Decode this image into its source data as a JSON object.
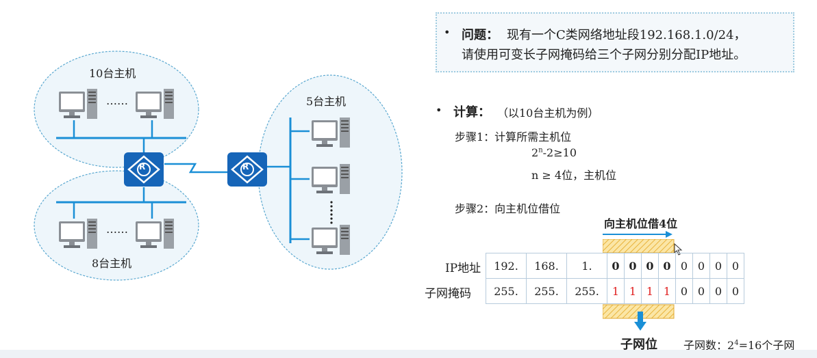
{
  "problem": {
    "bullet": "•",
    "label": "问题：",
    "line1": "现有一个C类网络地址段192.168.1.0/24，",
    "line2": "请使用可变长子网掩码给三个子网分别分配IP地址。"
  },
  "calc": {
    "bullet": "•",
    "label": "计算：",
    "note": "（以10台主机为例）",
    "step1": "步骤1：计算所需主机位",
    "formula_base": "2",
    "formula_exp": "n",
    "formula_rest": "-2≥10",
    "result": "n ≥ 4位，主机位",
    "step2": "步骤2：向主机位借位",
    "borrow_label": "向主机位借4位",
    "subnet_bits_label": "子网位",
    "subnet_count_prefix": "子网数：2",
    "subnet_count_exp": "4",
    "subnet_count_suffix": "=16个子网"
  },
  "table": {
    "ip_label": "IP地址",
    "mask_label": "子网掩码",
    "ip_octets": [
      "192.",
      "168.",
      "1."
    ],
    "ip_bits": [
      "0",
      "0",
      "0",
      "0",
      "0",
      "0",
      "0",
      "0"
    ],
    "mask_octets": [
      "255.",
      "255.",
      "255."
    ],
    "mask_bits": [
      "1",
      "1",
      "1",
      "1",
      "0",
      "0",
      "0",
      "0"
    ]
  },
  "network": {
    "lan1_label": "10台主机",
    "lan2_label": "8台主机",
    "lan3_label": "5台主机",
    "ellipsis": "……",
    "router_symbol": "R"
  },
  "colors": {
    "lan_fill": "#eef6fb",
    "lan_border": "#5aa8d0",
    "bus": "#1a8fd6",
    "router": "#1665b8",
    "bit_highlight": "#e02020",
    "hatch": "#f2c24a",
    "arrow": "#1a8fd6"
  }
}
